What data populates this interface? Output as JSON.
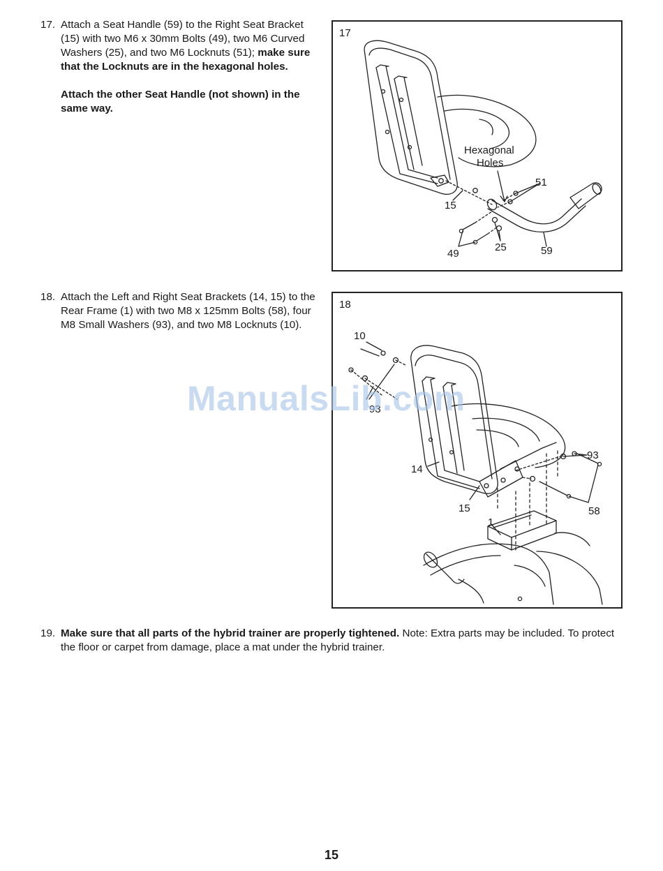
{
  "step17": {
    "number": "17.",
    "text": "Attach a Seat Handle (59) to the Right Seat Bracket (15) with two M6 x 30mm Bolts (49), two M6 Curved Washers (25), and two M6 Locknuts (51);",
    "bold_text": "make sure that the Locknuts are in the hexagonal holes.",
    "bold_note": "Attach the other Seat Handle (not shown) in the same way."
  },
  "step18": {
    "number": "18.",
    "text": "Attach the Left and Right Seat Brackets (14, 15) to the Rear Frame (1) with two M8 x 125mm Bolts (58), four M8 Small Washers (93), and two M8 Locknuts (10)."
  },
  "step19": {
    "number": "19.",
    "bold_text": "Make sure that all parts of the hybrid trainer are properly tightened.",
    "text": "Note: Extra parts may be included. To protect the floor or carpet from damage, place a mat under the hybrid trainer."
  },
  "figure17": {
    "number": "17",
    "label_hexagonal": "Hexagonal",
    "label_holes": "Holes",
    "callout_51": "51",
    "callout_15": "15",
    "callout_49": "49",
    "callout_25": "25",
    "callout_59": "59"
  },
  "figure18": {
    "number": "18",
    "callout_10": "10",
    "callout_93_left": "93",
    "callout_93": "93",
    "callout_14": "14",
    "callout_15": "15",
    "callout_1": "1",
    "callout_58": "58"
  },
  "watermark": "ManualsLib.com",
  "page_number": "15"
}
